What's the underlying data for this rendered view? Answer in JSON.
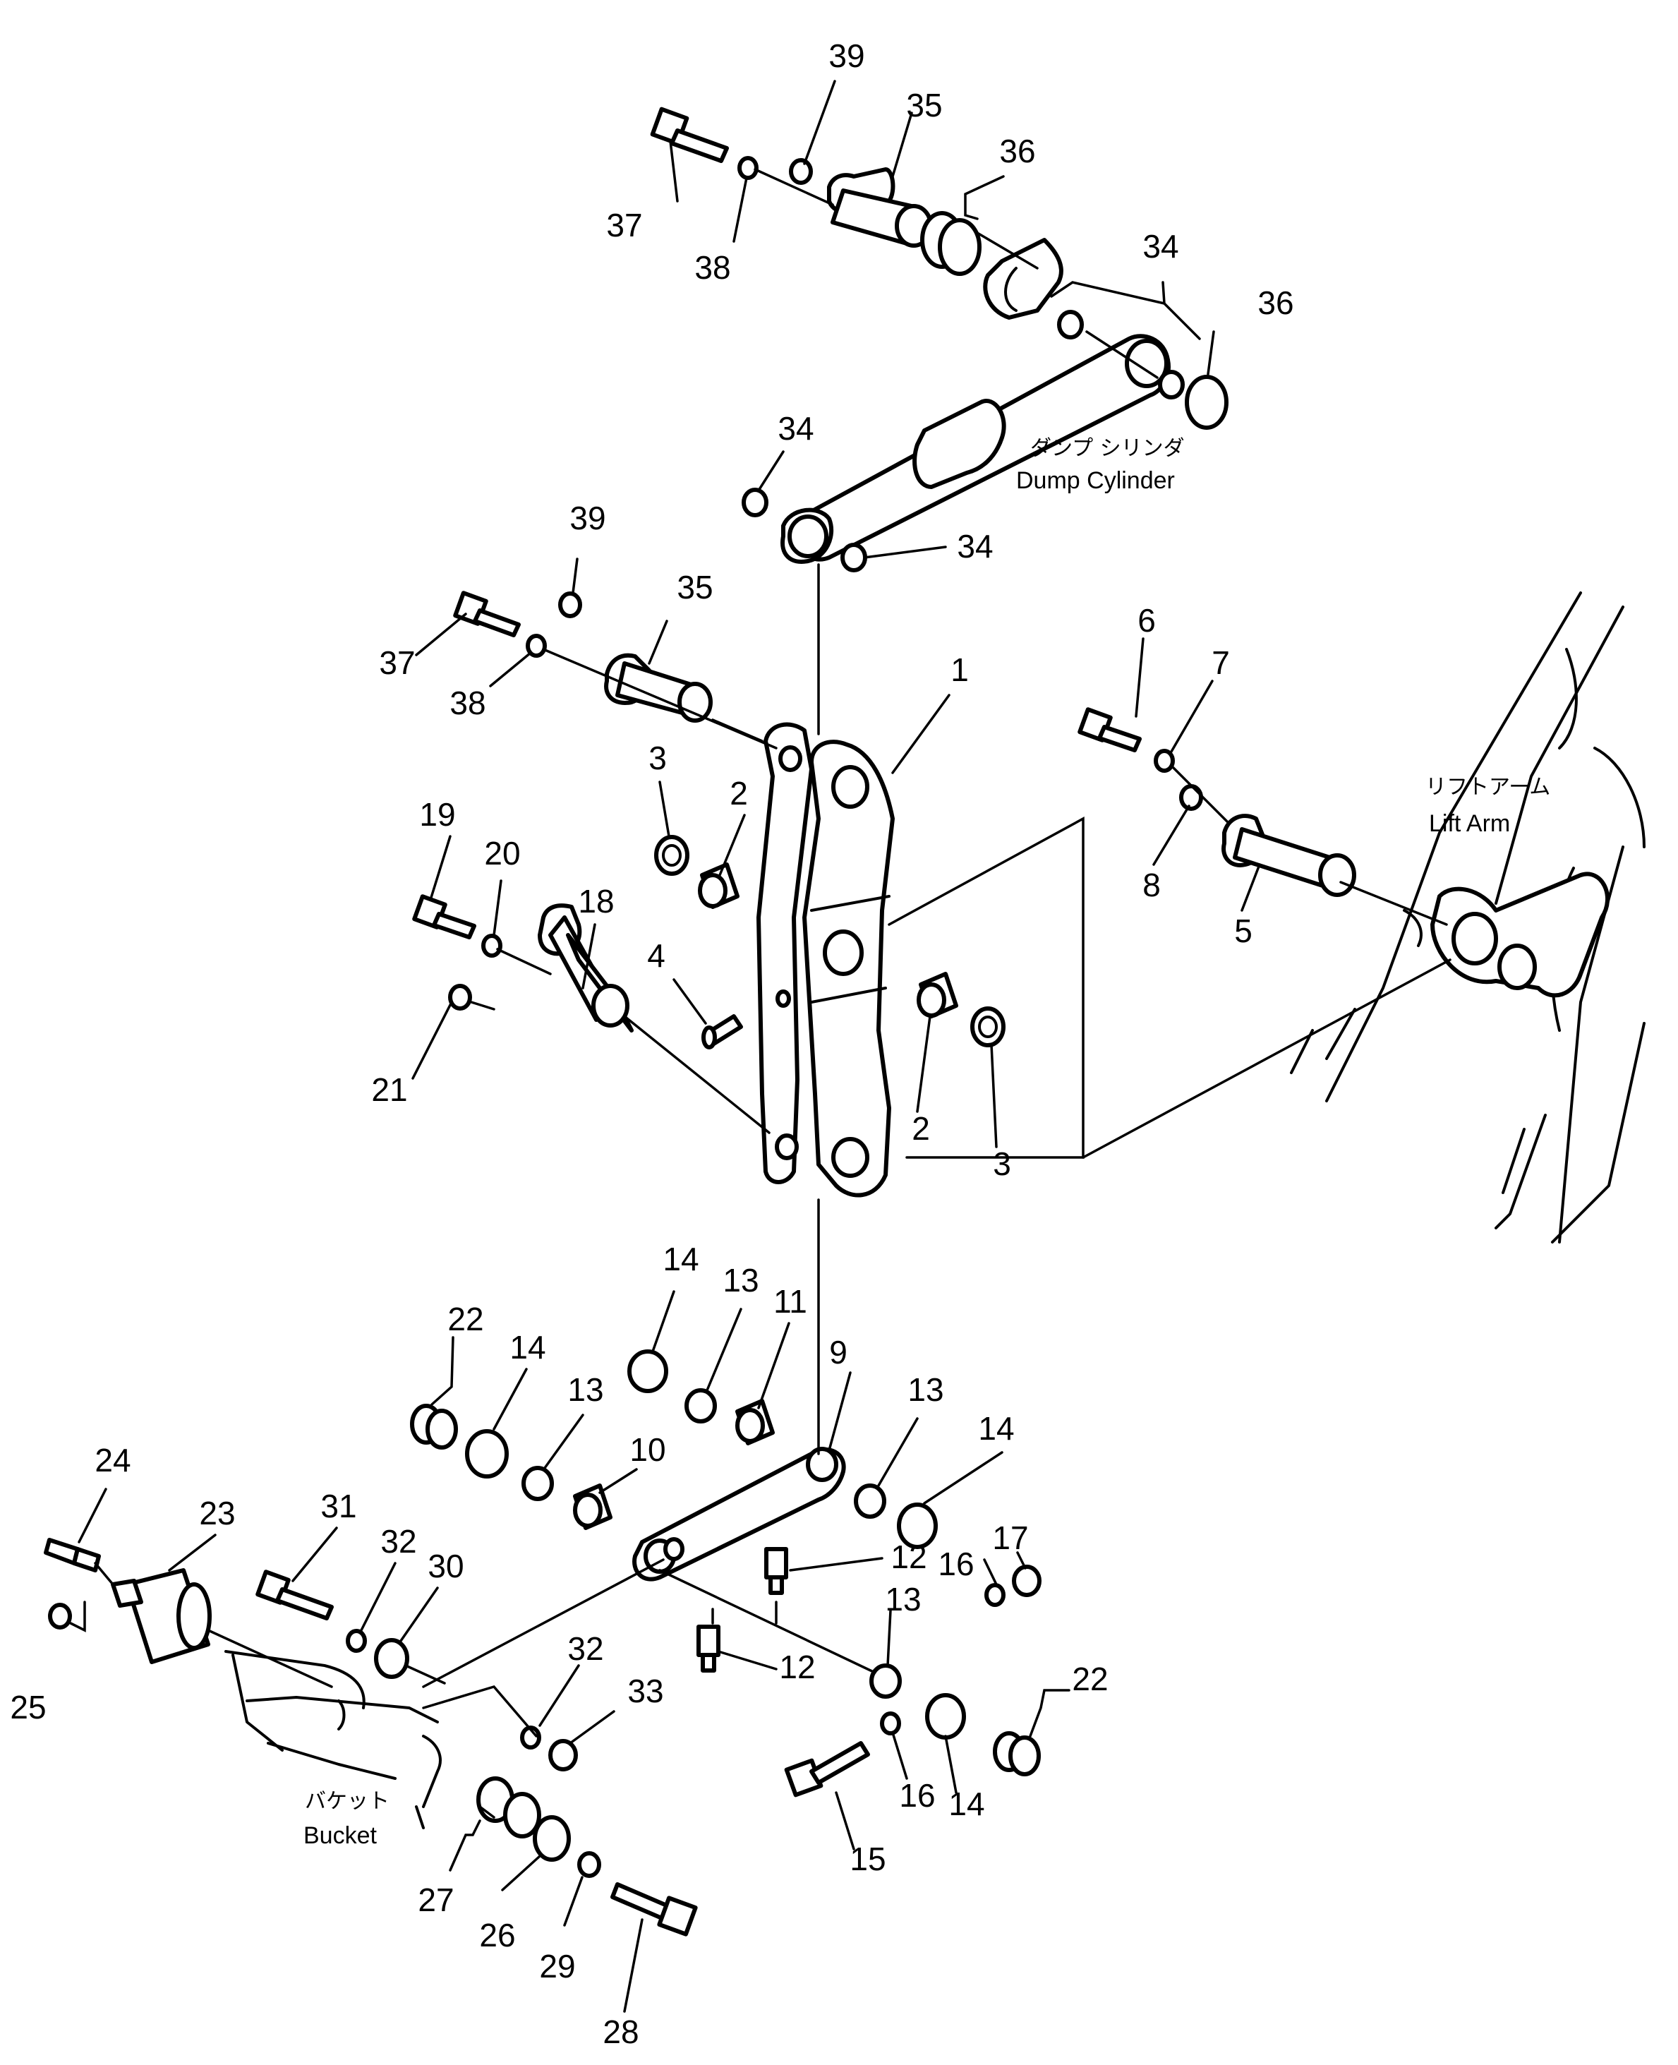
{
  "labels": {
    "dump_cylinder_jp": "ダンプ シリンダ",
    "dump_cylinder_en": "Dump Cylinder",
    "lift_arm_jp": "リフトアーム",
    "lift_arm_en": "Lift Arm",
    "bucket_jp": "バケット",
    "bucket_en": "Bucket"
  },
  "callouts": [
    "39",
    "35",
    "36",
    "37",
    "38",
    "34",
    "36",
    "34",
    "34",
    "39",
    "35",
    "37",
    "38",
    "1",
    "6",
    "7",
    "8",
    "5",
    "3",
    "2",
    "19",
    "20",
    "18",
    "4",
    "21",
    "2",
    "3",
    "14",
    "13",
    "11",
    "22",
    "14",
    "13",
    "10",
    "9",
    "13",
    "14",
    "24",
    "23",
    "31",
    "32",
    "30",
    "25",
    "12",
    "12",
    "16",
    "17",
    "13",
    "22",
    "32",
    "33",
    "14",
    "16",
    "15",
    "27",
    "26",
    "29",
    "28"
  ]
}
